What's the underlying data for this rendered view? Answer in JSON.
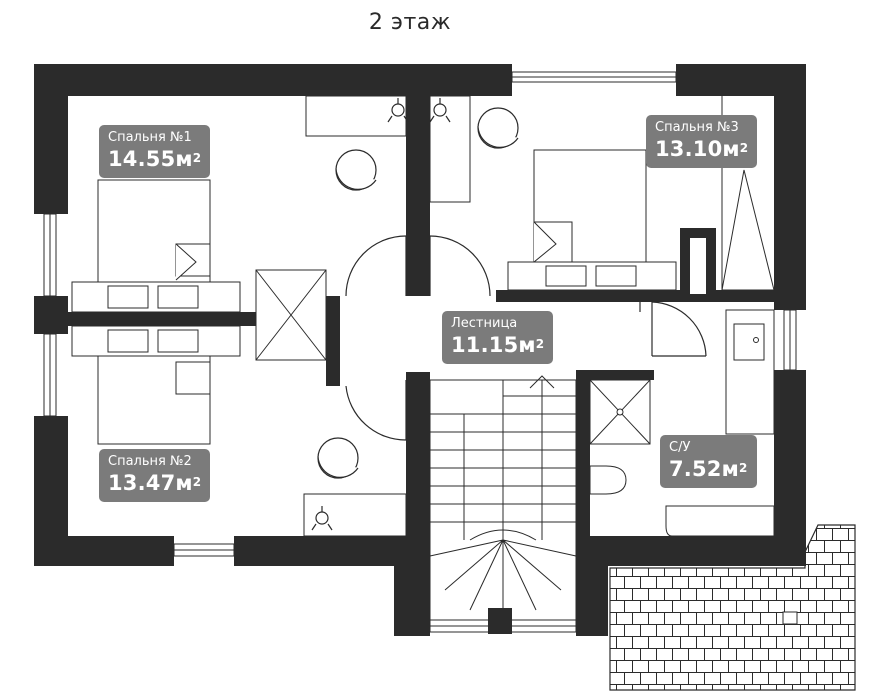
{
  "title": "2 этаж",
  "rooms": [
    {
      "name": "Спальня №1",
      "area": "14.55м",
      "unit_sup": "2"
    },
    {
      "name": "Спальня №2",
      "area": "13.47м",
      "unit_sup": "2"
    },
    {
      "name": "Спальня №3",
      "area": "13.10м",
      "unit_sup": "2"
    },
    {
      "name": "Лестница",
      "area": "11.15м",
      "unit_sup": "2"
    },
    {
      "name": "С/У",
      "area": "7.52м",
      "unit_sup": "2"
    }
  ],
  "colors": {
    "wall": "#2b2b2b",
    "label_bg": "#7b7b7b",
    "line": "#2b2b2b",
    "background": "#ffffff"
  }
}
